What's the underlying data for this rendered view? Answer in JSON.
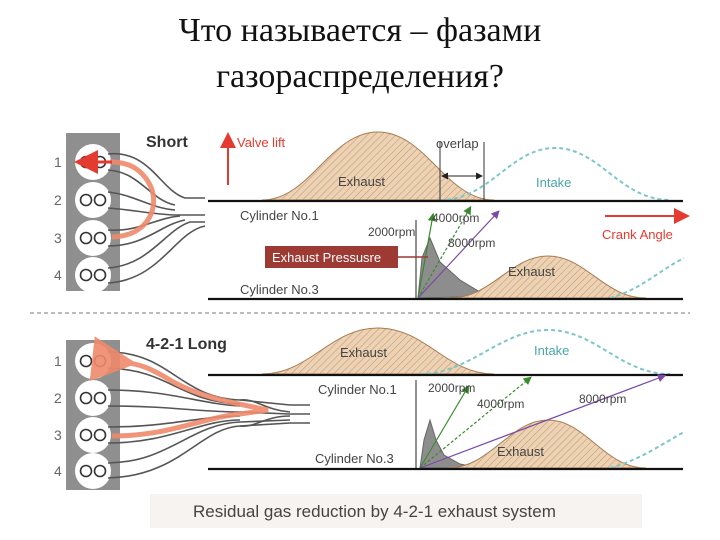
{
  "title": {
    "line1": "Что называется –  фазами",
    "line2": "газораспределения?"
  },
  "top_panel": {
    "label": "Short",
    "valve_lift_label": "Valve lift",
    "overlap_label": "overlap",
    "exhaust_label": "Exhaust",
    "intake_label": "Intake",
    "cylinder1_label": "Cylinder No.1",
    "cylinder3_label": "Cylinder No.3",
    "crank_angle_label": "Crank Angle",
    "exhaust_pressure_label": "Exhaust Pressusre",
    "exhaust_lower_label": "Exhaust",
    "rpm_labels": [
      "2000rpm",
      "4000rpm",
      "8000rpm"
    ]
  },
  "bottom_panel": {
    "label": "4-2-1 Long",
    "exhaust_label": "Exhaust",
    "intake_label": "Intake",
    "cylinder1_label": "Cylinder No.1",
    "cylinder3_label": "Cylinder No.3",
    "exhaust_lower_label": "Exhaust",
    "rpm_labels": [
      "2000rpm",
      "4000rpm",
      "8000rpm"
    ]
  },
  "cylinder_numbers": [
    "1",
    "2",
    "3",
    "4"
  ],
  "caption": "Residual gas reduction by 4-2-1 exhaust system",
  "colors": {
    "exhaust_fill": "#e8c9a6",
    "intake_line": "#7fc6c9",
    "accent_red": "#e53a2f",
    "exhaust_pressure_bg": "#9c3a33",
    "arrow_green": "#3a8a2e",
    "arrow_purple": "#7b4aa8"
  }
}
